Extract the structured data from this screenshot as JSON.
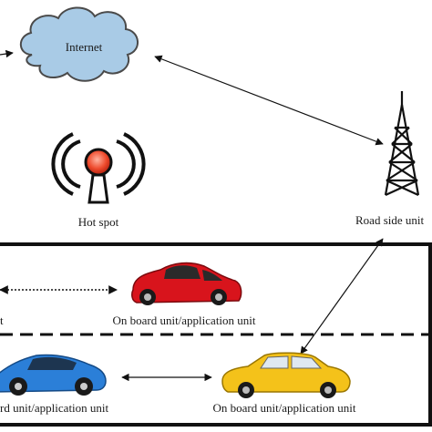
{
  "labels": {
    "internet": "Internet",
    "hotspot": "Hot spot",
    "rsu": "Road side unit",
    "obu_partial_left": "t",
    "obu_red": "On board unit/application unit",
    "obu_blue_partial": "rd unit/application unit",
    "obu_yellow": "On board unit/application unit"
  },
  "colors": {
    "cloud_fill": "#a9cbe6",
    "cloud_stroke": "#4a4a4a",
    "road_line": "#111111",
    "red_car": "#d8141c",
    "blue_car": "#2b7fd8",
    "yellow_car": "#f4c21a",
    "tower": "#111111",
    "hotspot_red": "#e8402a"
  }
}
